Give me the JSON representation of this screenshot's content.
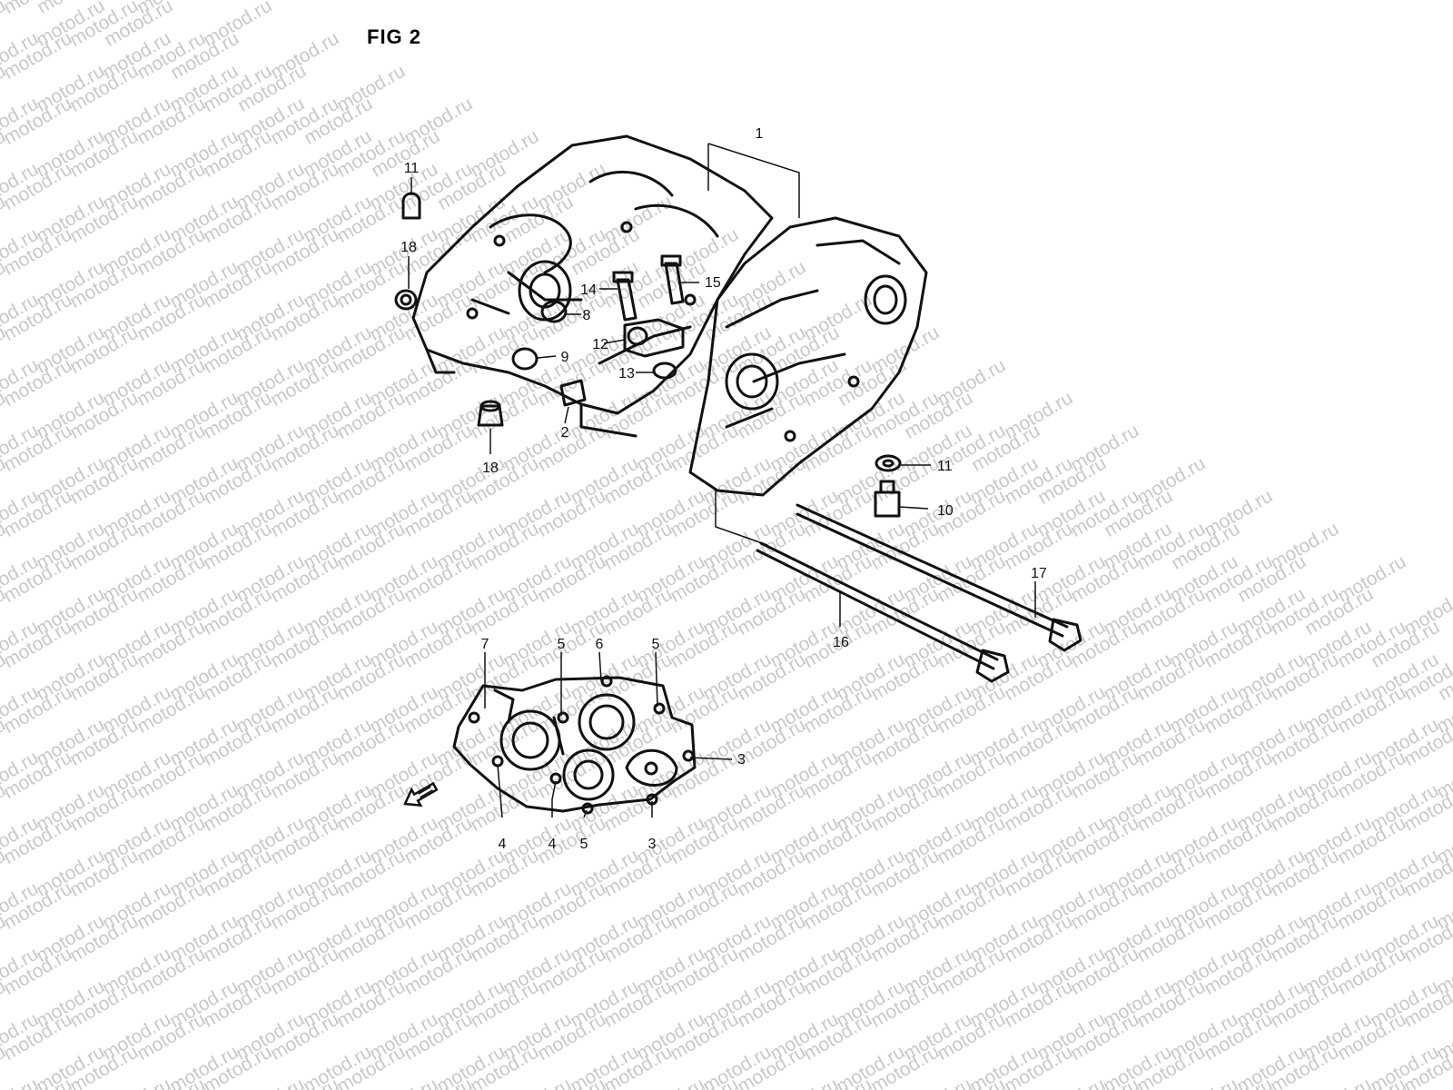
{
  "figure_title": "FIG  2",
  "watermark_text": "motod.ru",
  "callouts": [
    {
      "id": "c1",
      "label": "1"
    },
    {
      "id": "c11a",
      "label": "11"
    },
    {
      "id": "c18a",
      "label": "18"
    },
    {
      "id": "c14",
      "label": "14"
    },
    {
      "id": "c15",
      "label": "15"
    },
    {
      "id": "c8",
      "label": "8"
    },
    {
      "id": "c12",
      "label": "12"
    },
    {
      "id": "c9",
      "label": "9"
    },
    {
      "id": "c13",
      "label": "13"
    },
    {
      "id": "c2",
      "label": "2"
    },
    {
      "id": "c18b",
      "label": "18"
    },
    {
      "id": "c11b",
      "label": "11"
    },
    {
      "id": "c10",
      "label": "10"
    },
    {
      "id": "c17",
      "label": "17"
    },
    {
      "id": "c16",
      "label": "16"
    },
    {
      "id": "c7",
      "label": "7"
    },
    {
      "id": "c5a",
      "label": "5"
    },
    {
      "id": "c6",
      "label": "6"
    },
    {
      "id": "c5b",
      "label": "5"
    },
    {
      "id": "c3a",
      "label": "3"
    },
    {
      "id": "c4a",
      "label": "4"
    },
    {
      "id": "c4b",
      "label": "4"
    },
    {
      "id": "c5c",
      "label": "5"
    },
    {
      "id": "c3b",
      "label": "3"
    }
  ],
  "colors": {
    "ink": "#111111",
    "watermark": "#c9c9c9",
    "background": "#ffffff"
  },
  "icons": [
    "direction-arrow-icon"
  ]
}
